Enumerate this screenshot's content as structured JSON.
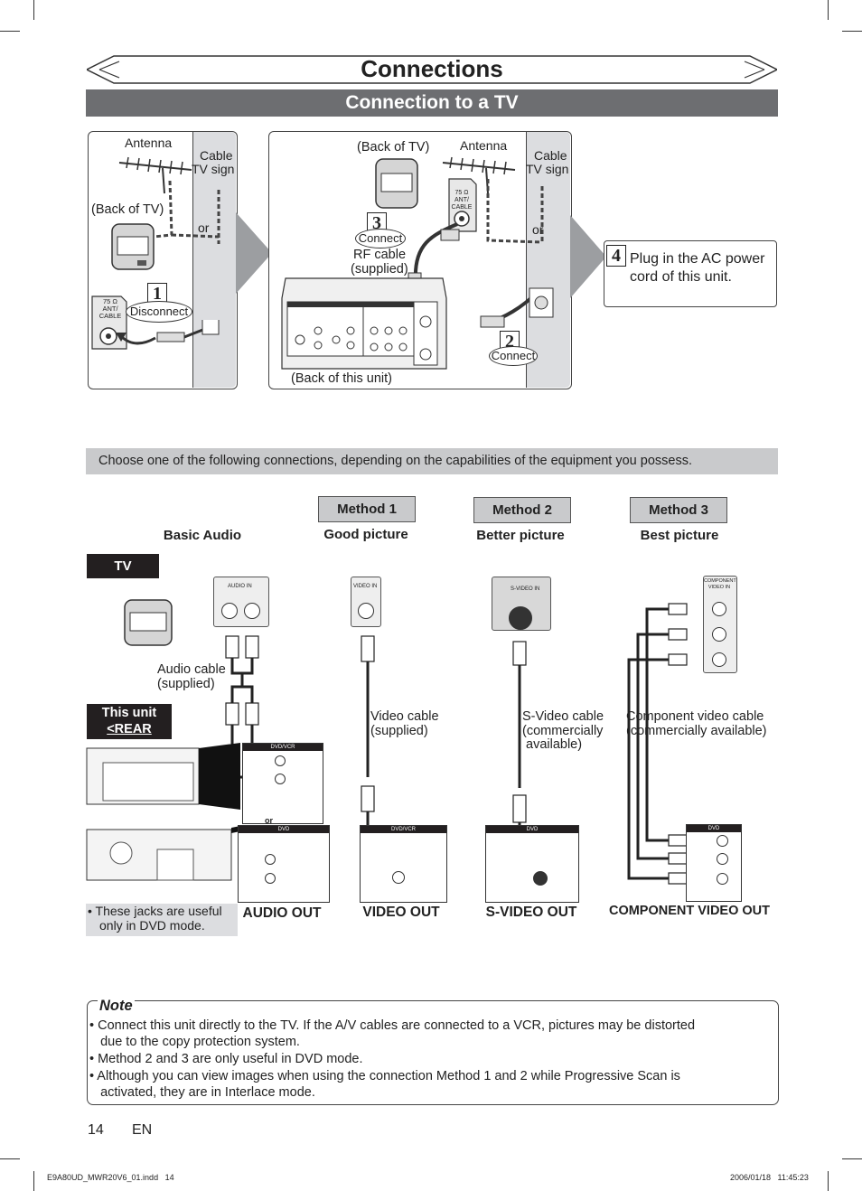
{
  "header": {
    "title": "Connections",
    "subtitle": "Connection to a TV"
  },
  "top_diagram": {
    "panel1": {
      "antenna": "Antenna",
      "cable_line1": "Cable",
      "cable_line2": "TV signal",
      "or": "or",
      "back_of_tv": "(Back of TV)",
      "jack_label": "75 Ω ANT/ CABLE",
      "step": "1",
      "step_action": "Disconnect"
    },
    "panel2": {
      "back_of_tv": "(Back of TV)",
      "antenna": "Antenna",
      "cable_line1": "Cable",
      "cable_line2": "TV signal",
      "or": "or",
      "jack_label": "75 Ω ANT/ CABLE",
      "step3": "3",
      "step3_action": "Connect",
      "rf_cable_line1": "RF cable",
      "rf_cable_line2": "(supplied)",
      "step2": "2",
      "step2_action": "Connect",
      "back_of_unit": "(Back of this unit)"
    },
    "panel3": {
      "step": "4",
      "text_line1": "Plug in the AC power",
      "text_line2": "cord of this unit."
    }
  },
  "choose_text": "Choose one of the following connections, depending on the capabilities of the equipment you possess.",
  "methods": [
    {
      "label": "Method 1",
      "quality": "Good picture"
    },
    {
      "label": "Method 2",
      "quality": "Better picture"
    },
    {
      "label": "Method 3",
      "quality": "Best picture"
    }
  ],
  "basic_audio": "Basic Audio",
  "tv_tag": "TV",
  "this_unit_line1": "This unit",
  "this_unit_line2": "<REAR PANEL>",
  "jacks": {
    "audio_in": "AUDIO IN",
    "video_in": "VIDEO IN",
    "svideo_in": "S-VIDEO IN",
    "component_in_line1": "COMPONENT",
    "component_in_line2": "VIDEO IN"
  },
  "cables": {
    "audio_line1": "Audio cable",
    "audio_line2": "(supplied)",
    "video_line1": "Video cable",
    "video_line2": "(supplied)",
    "svideo_line1": "S-Video cable",
    "svideo_line2": "(commercially",
    "svideo_line3": "available)",
    "component_line1": "Component video cable",
    "component_line2": "(commercially available)"
  },
  "panel_labels": {
    "dvdvcr": "DVD/VCR",
    "dvd": "DVD",
    "or": "or"
  },
  "outputs": [
    "AUDIO OUT",
    "VIDEO OUT",
    "S-VIDEO OUT",
    "COMPONENT VIDEO OUT"
  ],
  "jacks_note_line1": "•  These jacks are useful",
  "jacks_note_line2": "only in DVD mode.",
  "note": {
    "title": "Note",
    "lines": [
      "• Connect this unit directly to the TV. If the A/V cables are connected to a VCR, pictures may be distorted",
      "   due to the copy protection system.",
      "• Method 2 and 3 are only useful in DVD mode.",
      "• Although you can view images when using the connection Method 1 and 2 while Progressive Scan is",
      "   activated, they are in Interlace mode."
    ]
  },
  "page": {
    "number": "14",
    "lang": "EN"
  },
  "footer": {
    "file": "E9A80UD_MWR20V6_01.indd   14",
    "timestamp": "2006/01/18   11:45:23"
  }
}
